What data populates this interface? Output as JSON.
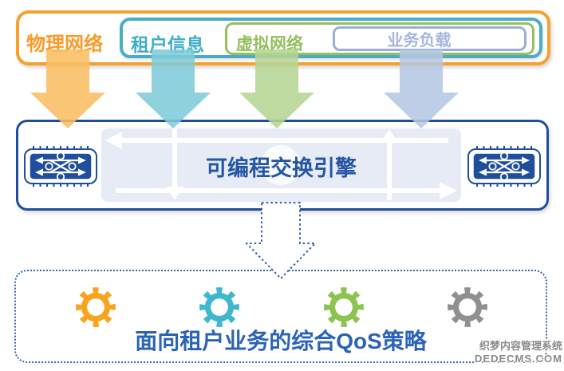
{
  "diagram": {
    "layers": [
      {
        "label": "物理网络",
        "text_color": "#F79A28",
        "border_color": "#F7A02B"
      },
      {
        "label": "租户信息",
        "text_color": "#3FAEC6",
        "border_color": "#4BACC6"
      },
      {
        "label": "虚拟网络",
        "text_color": "#94C05E",
        "border_color": "#97C05C"
      },
      {
        "label": "业务负载",
        "text_color": "#A6B6DC",
        "border_color": "#9BAFD6"
      }
    ],
    "flow_arrows": [
      {
        "from": "物理网络",
        "color": "#FBBD62"
      },
      {
        "from": "租户信息",
        "color": "#7FCBD9"
      },
      {
        "from": "虚拟网络",
        "color": "#B6D594"
      },
      {
        "from": "业务负载",
        "color": "#B5C7E3"
      }
    ],
    "engine": {
      "label": "可编程交换引擎",
      "border_color": "#1F4E9C",
      "text_color": "#2456A4",
      "panel_color": "#E7EBF5"
    },
    "policy": {
      "label": "面向租户业务的综合QoS策略",
      "text_color": "#2B63B5",
      "gear_colors": [
        "#F7A41F",
        "#3EB7CF",
        "#8CC351",
        "#8E9092"
      ]
    },
    "watermark": {
      "line1": "织梦内容管理系统",
      "line2": "DEDECMS.COM"
    }
  }
}
